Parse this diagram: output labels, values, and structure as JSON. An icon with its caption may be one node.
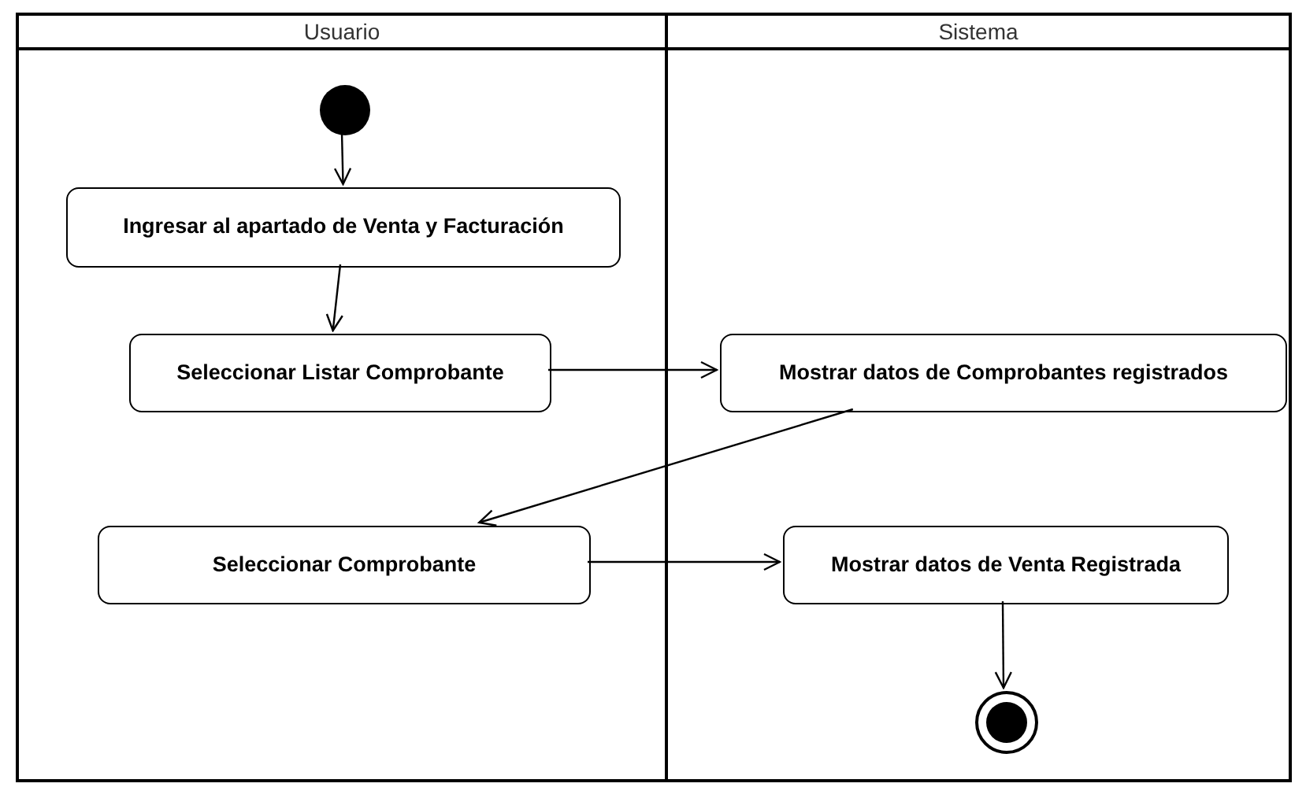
{
  "diagram": {
    "nodes": [
      {
        "text": [
          "Usuario"
        ]
      },
      {
        "text": [
          "Sistema"
        ]
      },
      {
        "text": [],
        "shape": "circle",
        "in": 0
      },
      {
        "text": [
          "Ingresar al apartado de Venta y Facturación"
        ],
        "in": 0
      },
      {
        "text": [
          "Seleccionar Listar Comprobante"
        ],
        "in": 0
      },
      {
        "text": [
          "Seleccionar Comprobante"
        ],
        "in": 0
      },
      {
        "text": [
          "Mostrar datos de Comprobantes registrados"
        ],
        "in": 1
      },
      {
        "text": [
          "Mostrar datos de Venta Registrada"
        ],
        "in": 1
      },
      {
        "text": [],
        "shape": "bullseye",
        "in": 1
      }
    ],
    "edges": [
      {
        "from": 2,
        "to": 3,
        "arrow": "to"
      },
      {
        "from": 3,
        "to": 4,
        "arrow": "to"
      },
      {
        "from": 4,
        "to": 6,
        "arrow": "to"
      },
      {
        "from": 6,
        "to": 5,
        "arrow": "to"
      },
      {
        "from": 5,
        "to": 7,
        "arrow": "to"
      },
      {
        "from": 7,
        "to": 8,
        "arrow": "to"
      }
    ]
  }
}
